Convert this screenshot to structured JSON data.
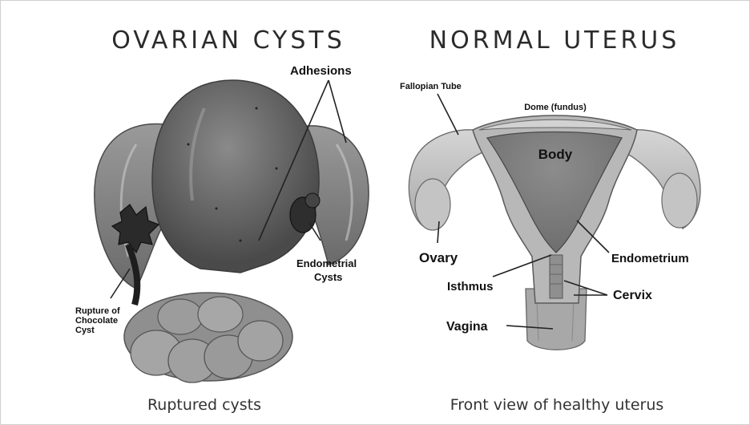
{
  "left_panel": {
    "title": "OVARIAN CYSTS",
    "caption": "Ruptured cysts",
    "labels": {
      "adhesions": "Adhesions",
      "endometrial_1": "Endometrial",
      "endometrial_2": "Cysts",
      "rupture_1": "Rupture of",
      "rupture_2": "Chocolate",
      "rupture_3": "Cyst"
    }
  },
  "right_panel": {
    "title": "NORMAL UTERUS",
    "caption": "Front view of healthy uterus",
    "labels": {
      "fallopian_tube": "Fallopian Tube",
      "dome": "Dome (fundus)",
      "body": "Body",
      "ovary": "Ovary",
      "endometrium": "Endometrium",
      "isthmus": "Isthmus",
      "cervix": "Cervix",
      "vagina": "Vagina"
    }
  }
}
